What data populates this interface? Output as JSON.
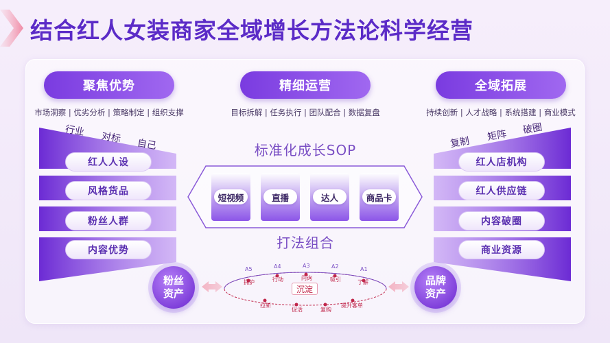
{
  "title": "结合红人女装商家全域增长方法论科学经营",
  "columns": {
    "left": {
      "header": "聚焦优势",
      "subtitle": "市场洞察 | 优劣分析 | 策略制定 | 组织支撑",
      "diag_labels": [
        "行业",
        "对标",
        "自己"
      ],
      "items": [
        "红人人设",
        "风格货品",
        "粉丝人群",
        "内容优势"
      ]
    },
    "center": {
      "header": "精细运营",
      "subtitle": "目标拆解 | 任务执行 | 团队配合 | 数据复盘",
      "sop_title": "标准化成长SOP",
      "blocks": [
        "短视频",
        "直播",
        "达人",
        "商品卡"
      ],
      "combo_title": "打法组合"
    },
    "right": {
      "header": "全域拓展",
      "subtitle": "持续创新 | 人才战略 | 系统搭建 | 商业模式",
      "diag_labels": [
        "复制",
        "矩阵",
        "破圈"
      ],
      "items": [
        "红人店机构",
        "红人供应链",
        "内容破圈",
        "商业资源"
      ]
    }
  },
  "bottom": {
    "left_circle": [
      "粉丝",
      "资产"
    ],
    "right_circle": [
      "品牌",
      "资产"
    ],
    "stages": [
      {
        "code": "A5",
        "word": "拥护"
      },
      {
        "code": "A4",
        "word": "行动"
      },
      {
        "code": "A3",
        "word": "问询"
      },
      {
        "code": "A2",
        "word": "吸引"
      },
      {
        "code": "A1",
        "word": "了解"
      }
    ],
    "center_label": "沉淀",
    "actions": [
      "拉新",
      "促活",
      "复购",
      "提升客单"
    ]
  },
  "colors": {
    "primary": "#7a3be0",
    "title": "#5b2bc7",
    "accent_red": "#c0264a",
    "background": "#f3eafa"
  }
}
